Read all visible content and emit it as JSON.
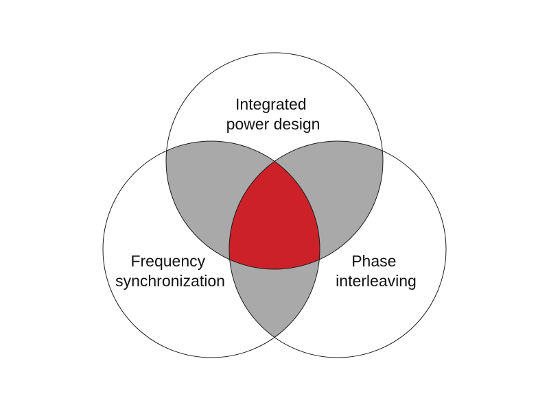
{
  "diagram": {
    "type": "venn",
    "colors": {
      "background": "#ffffff",
      "outline": "#1a1a1a",
      "pair_overlap": "#a9a9a9",
      "center_overlap": "#cd2129",
      "text": "#111111"
    },
    "sets": [
      {
        "id": "top",
        "lines": [
          "Integrated",
          "power design"
        ]
      },
      {
        "id": "left",
        "lines": [
          "Frequency",
          "synchronization"
        ]
      },
      {
        "id": "right",
        "lines": [
          "Phase",
          "interleaving"
        ]
      }
    ]
  }
}
